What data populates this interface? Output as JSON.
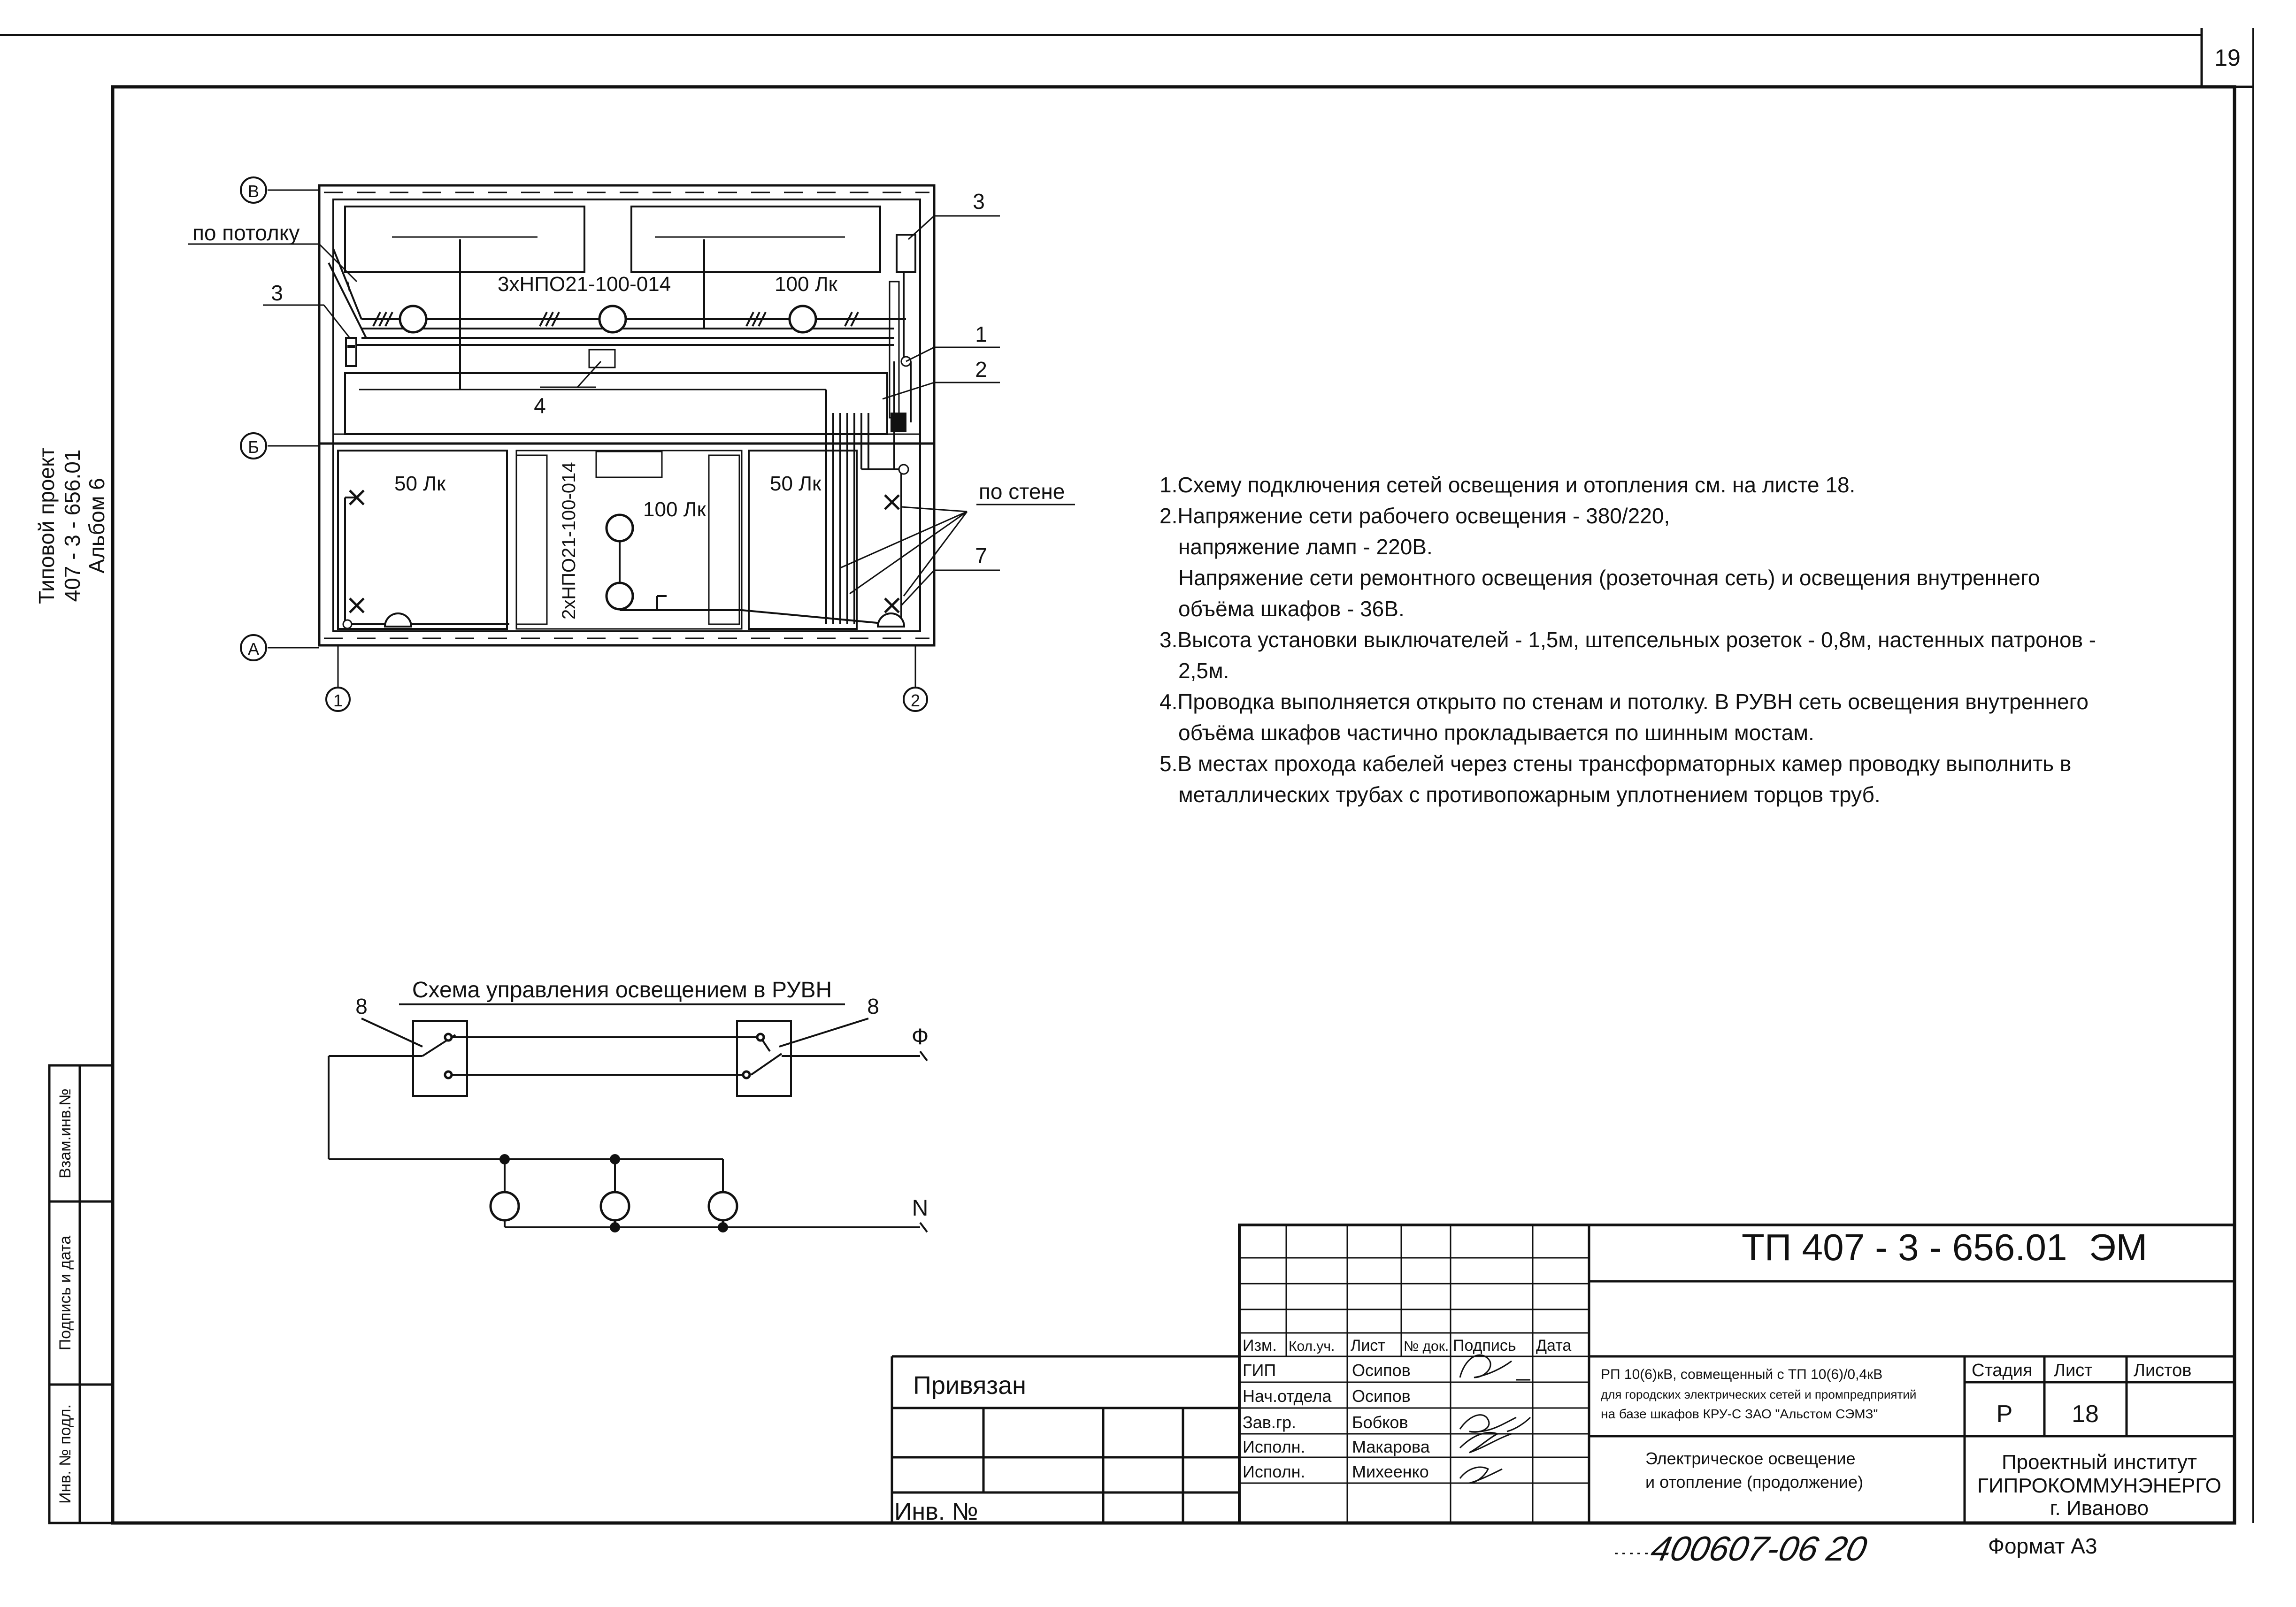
{
  "sheet": {
    "page_number": "19"
  },
  "side_stamp": {
    "line1": "Типовой проект",
    "line2": "407 - 3 - 656.01",
    "line3": "Альбом 6",
    "cell_vzam": "Взам.инв.№",
    "cell_podpis": "Подпись и дата",
    "cell_inv": "Инв. № подл."
  },
  "plan": {
    "axis_v": "В",
    "axis_b": "Б",
    "axis_a": "А",
    "axis_1": "1",
    "axis_2": "2",
    "label_po_potolku": "по потолку",
    "label_po_stene": "по стене",
    "fixture_top": "3хНПО21-100-014",
    "fixture_mid": "2хНПО21-100-014",
    "lux_top": "100 Лк",
    "lux_left": "50 Лк",
    "lux_mid": "100 Лк",
    "lux_right": "50 Лк",
    "callout_3_right": "3",
    "callout_3_left": "3",
    "callout_1": "1",
    "callout_2": "2",
    "callout_4": "4",
    "callout_7": "7"
  },
  "scheme": {
    "title": "Схема управления освещением в РУВН",
    "callout_8_left": "8",
    "callout_8_right": "8",
    "phase": "Ф",
    "neutral": "N"
  },
  "notes": [
    "1.Схему подключения сетей освещения и отопления см. на листе 18.",
    "2.Напряжение сети рабочего освещения - 380/220,",
    "напряжение ламп - 220В.",
    "Напряжение сети ремонтного освещения (розеточная сеть) и освещения внутреннего",
    "объёма шкафов - 36В.",
    "3.Высота установки выключателей - 1,5м, штепсельных розеток - 0,8м, настенных патронов -",
    "2,5м.",
    "4.Проводка выполняется открыто по стенам и потолку. В РУВН сеть освещения внутреннего",
    "объёма шкафов частично прокладывается по шинным мостам.",
    "5.В местах прохода кабелей через стены трансформаторных камер проводку выполнить в",
    "металлических трубах с противопожарным уплотнением торцов труб."
  ],
  "title_block": {
    "doc_code": "ТП  407 - 3 - 656.01",
    "doc_suffix": "ЭМ",
    "hdr_izm": "Изм.",
    "hdr_kolуch": "Кол.уч.",
    "hdr_list": "Лист",
    "hdr_ndok": "№ док.",
    "hdr_podpis": "Подпись",
    "hdr_data": "Дата",
    "role_gip": "ГИП",
    "role_nach": "Нач.отдела",
    "role_zav": "Зав.гр.",
    "role_isp1": "Исполн.",
    "role_isp2": "Исполн.",
    "name_1": "Осипов",
    "name_2": "Осипов",
    "name_3": "Бобков",
    "name_4": "Макарова",
    "name_5": "Михеенко",
    "project_line1": "РП 10(6)кВ, совмещенный с ТП 10(6)/0,4кВ",
    "project_line2": "для городских электрических сетей и промпредприятий",
    "project_line3": "на базе шкафов КРУ-С ЗАО \"Альстом СЭМЗ\"",
    "sheet_title_line1": "Электрическое освещение",
    "sheet_title_line2": "и отопление (продолжение)",
    "hdr_stadiya": "Стадия",
    "hdr_list2": "Лист",
    "hdr_listov": "Листов",
    "stadiya": "Р",
    "list_no": "18",
    "institute_line1": "Проектный институт",
    "institute_line2": "ГИПРОКОММУНЭНЕРГО",
    "institute_line3": "г. Иваново",
    "privyazan": "Привязан",
    "inv_no": "Инв. №"
  },
  "footer": {
    "handwritten_code": "400607-06  20",
    "format": "Формат А3"
  }
}
